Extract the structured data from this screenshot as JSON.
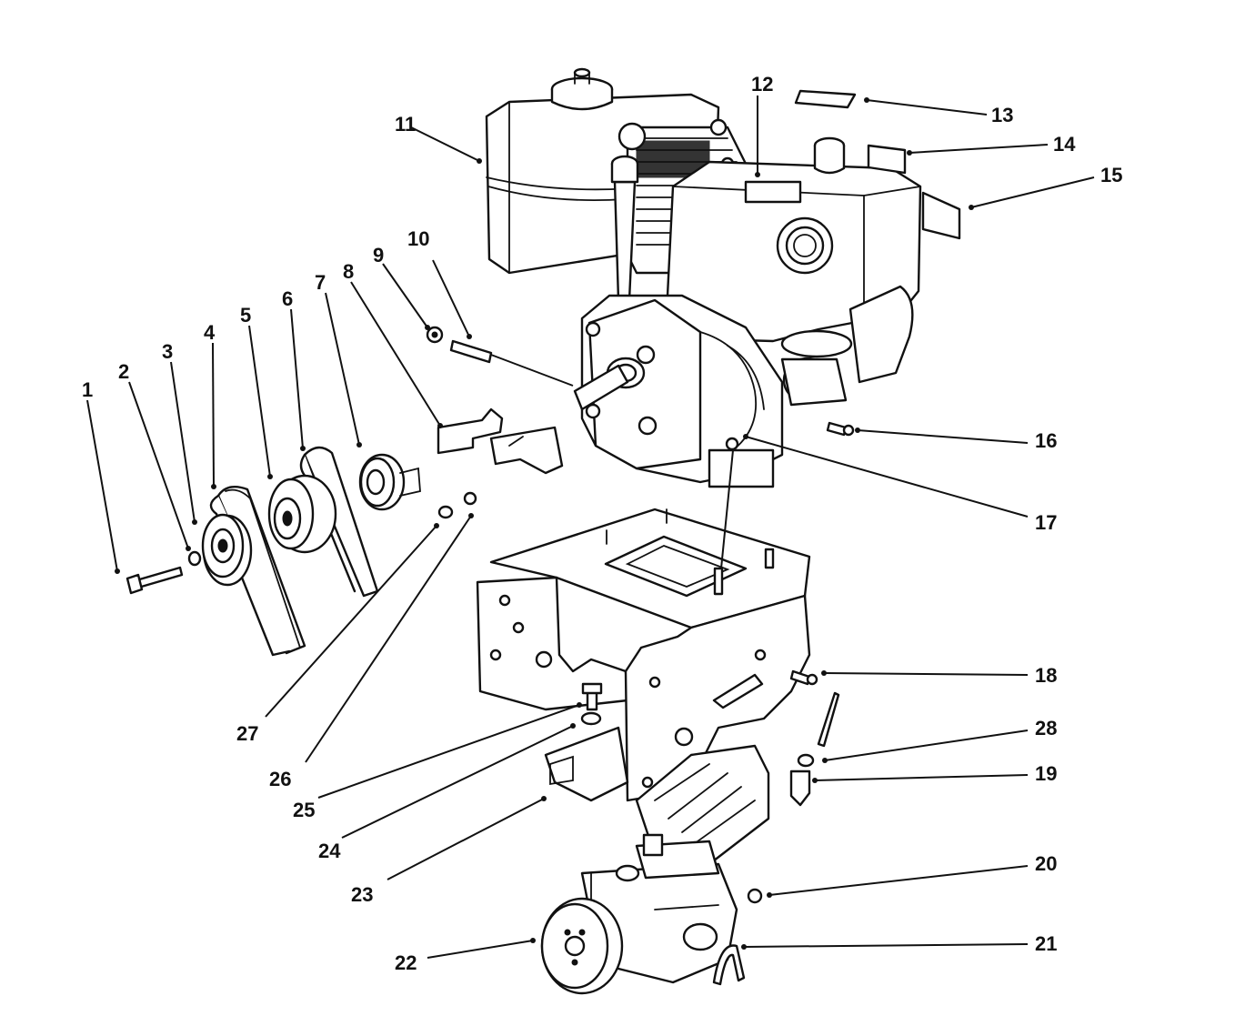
{
  "diagram": {
    "labels": [
      {
        "id": "1",
        "text": "1"
      },
      {
        "id": "2",
        "text": "2"
      },
      {
        "id": "3",
        "text": "3"
      },
      {
        "id": "4",
        "text": "4"
      },
      {
        "id": "5",
        "text": "5"
      },
      {
        "id": "6",
        "text": "6"
      },
      {
        "id": "7",
        "text": "7"
      },
      {
        "id": "8",
        "text": "8"
      },
      {
        "id": "9",
        "text": "9"
      },
      {
        "id": "10",
        "text": "10"
      },
      {
        "id": "11",
        "text": "11"
      },
      {
        "id": "12",
        "text": "12"
      },
      {
        "id": "13",
        "text": "13"
      },
      {
        "id": "14",
        "text": "14"
      },
      {
        "id": "15",
        "text": "15"
      },
      {
        "id": "16",
        "text": "16"
      },
      {
        "id": "17",
        "text": "17"
      },
      {
        "id": "18",
        "text": "18"
      },
      {
        "id": "19",
        "text": "19"
      },
      {
        "id": "20",
        "text": "20"
      },
      {
        "id": "21",
        "text": "21"
      },
      {
        "id": "22",
        "text": "22"
      },
      {
        "id": "23",
        "text": "23"
      },
      {
        "id": "24",
        "text": "24"
      },
      {
        "id": "25",
        "text": "25"
      },
      {
        "id": "26",
        "text": "26"
      },
      {
        "id": "27",
        "text": "27"
      },
      {
        "id": "28",
        "text": "28"
      }
    ]
  }
}
